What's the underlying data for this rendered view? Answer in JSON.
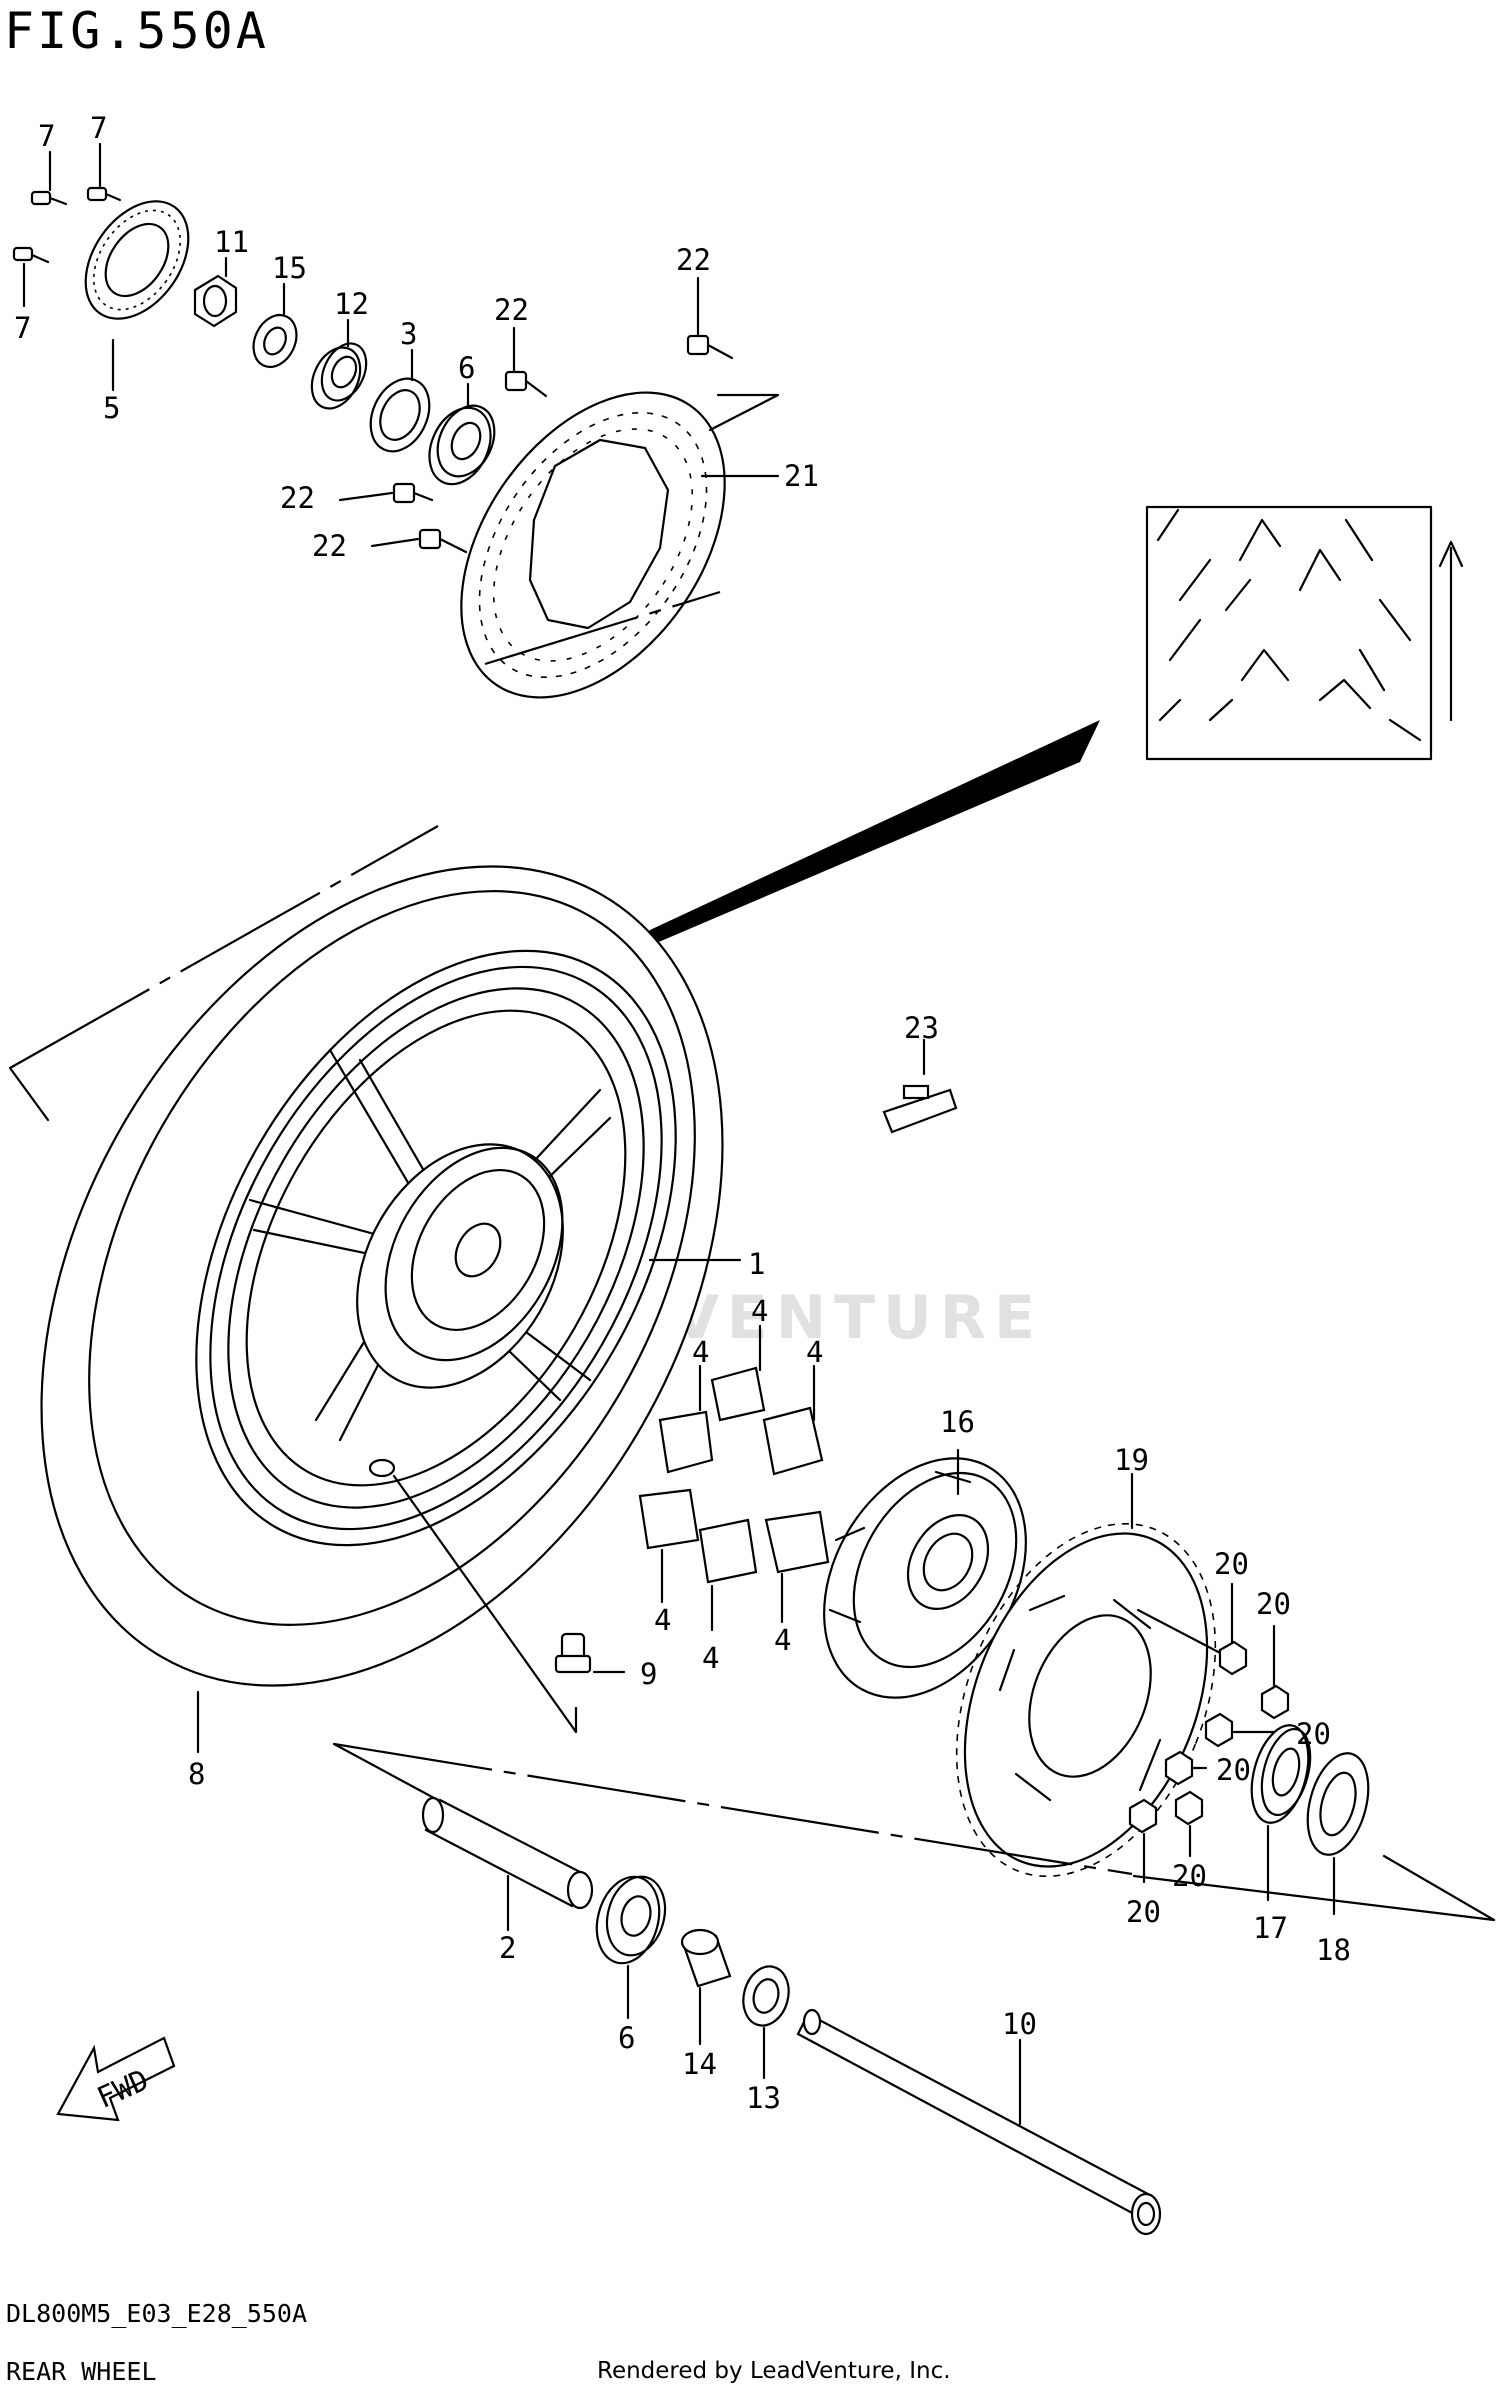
{
  "figure": {
    "title": "FIG.550A",
    "model_code": "DL800M5_E03_E28_550A",
    "section_title": "REAR WHEEL",
    "credit": "Rendered by LeadVenture, Inc.",
    "watermark": "LEADVENTURE"
  },
  "callouts": [
    {
      "id": "c1",
      "label": "1"
    },
    {
      "id": "c2",
      "label": "2"
    },
    {
      "id": "c3",
      "label": "3"
    },
    {
      "id": "c4a",
      "label": "4"
    },
    {
      "id": "c4b",
      "label": "4"
    },
    {
      "id": "c4c",
      "label": "4"
    },
    {
      "id": "c4d",
      "label": "4"
    },
    {
      "id": "c4e",
      "label": "4"
    },
    {
      "id": "c4f",
      "label": "4"
    },
    {
      "id": "c5",
      "label": "5"
    },
    {
      "id": "c6a",
      "label": "6"
    },
    {
      "id": "c6b",
      "label": "6"
    },
    {
      "id": "c7a",
      "label": "7"
    },
    {
      "id": "c7b",
      "label": "7"
    },
    {
      "id": "c7c",
      "label": "7"
    },
    {
      "id": "c8",
      "label": "8"
    },
    {
      "id": "c9",
      "label": "9"
    },
    {
      "id": "c10",
      "label": "10"
    },
    {
      "id": "c11",
      "label": "11"
    },
    {
      "id": "c12",
      "label": "12"
    },
    {
      "id": "c13",
      "label": "13"
    },
    {
      "id": "c14",
      "label": "14"
    },
    {
      "id": "c15",
      "label": "15"
    },
    {
      "id": "c16",
      "label": "16"
    },
    {
      "id": "c17",
      "label": "17"
    },
    {
      "id": "c18",
      "label": "18"
    },
    {
      "id": "c19",
      "label": "19"
    },
    {
      "id": "c20a",
      "label": "20"
    },
    {
      "id": "c20b",
      "label": "20"
    },
    {
      "id": "c20c",
      "label": "20"
    },
    {
      "id": "c20d",
      "label": "20"
    },
    {
      "id": "c20e",
      "label": "20"
    },
    {
      "id": "c20f",
      "label": "20"
    },
    {
      "id": "c21",
      "label": "21"
    },
    {
      "id": "c22a",
      "label": "22"
    },
    {
      "id": "c22b",
      "label": "22"
    },
    {
      "id": "c22c",
      "label": "22"
    },
    {
      "id": "c22d",
      "label": "22"
    },
    {
      "id": "c23",
      "label": "23"
    }
  ],
  "fwd_arrow": {
    "label": "FWD"
  }
}
